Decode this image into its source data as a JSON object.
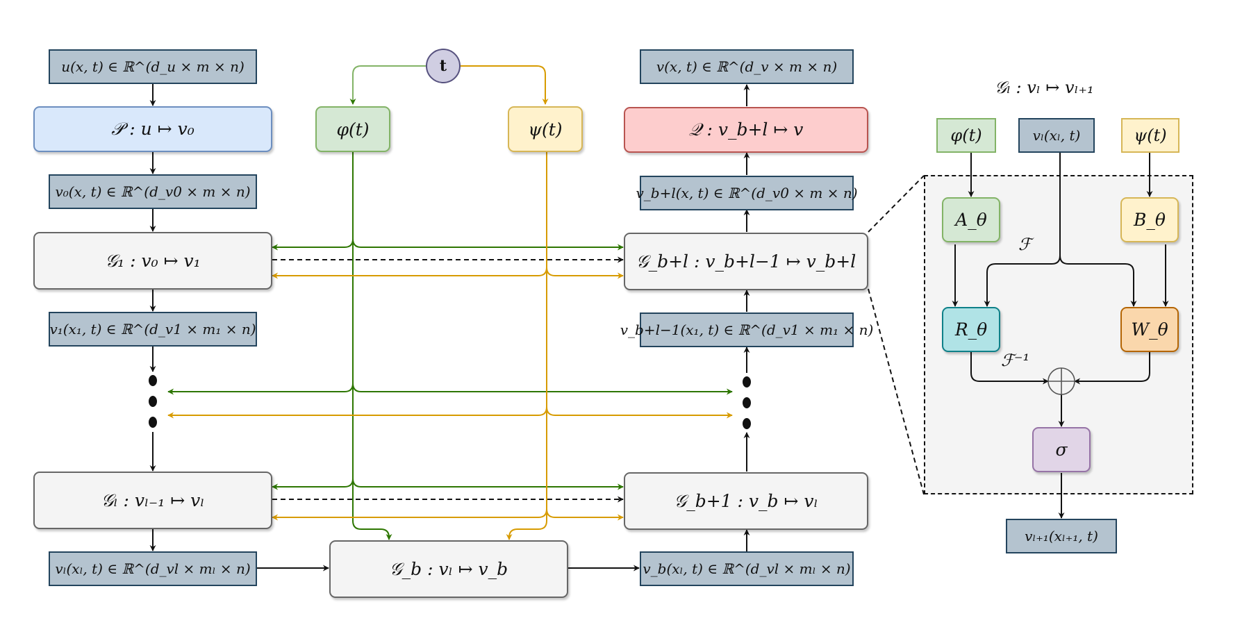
{
  "main": {
    "input_u": "u(x, t) ∈ ℝ^(d_u × m × n)",
    "lift_P": "𝒫 : u ↦ v₀",
    "v0": "v₀(x, t) ∈ ℝ^(d_v0 × m × n)",
    "G1": "𝒢₁ : v₀ ↦ v₁",
    "v1": "v₁(x₁, t) ∈ ℝ^(d_v1 × m₁ × n)",
    "Gl": "𝒢ₗ : vₗ₋₁ ↦ vₗ",
    "vl": "vₗ(xₗ, t) ∈ ℝ^(d_vl × mₗ × n)",
    "Gb": "𝒢_b : vₗ ↦ v_b",
    "vb": "v_b(xₗ, t) ∈ ℝ^(d_vl × mₗ × n)",
    "Gb1": "𝒢_b+1 : v_b ↦ vₗ",
    "vbl1": "v_b+l−1(x₁, t) ∈ ℝ^(d_v1 × m₁ × n)",
    "Gbl": "𝒢_b+l : v_b+l−1 ↦ v_b+l",
    "vbl": "v_b+l(x, t) ∈ ℝ^(d_v0 × m × n)",
    "proj_Q": "𝒬 : v_b+l ↦ v",
    "output_v": "v(x, t) ∈ ℝ^(d_v × m × n)",
    "t_node": "t",
    "phi": "φ(t)",
    "psi": "ψ(t)"
  },
  "detail": {
    "title": "𝒢ₗ : vₗ ↦ vₗ₊₁",
    "phi": "φ(t)",
    "vl_in": "vₗ(xₗ, t)",
    "psi": "ψ(t)",
    "A": "A_θ",
    "B": "B_θ",
    "F": "ℱ",
    "R": "R_θ",
    "W": "W_θ",
    "Finv": "ℱ⁻¹",
    "sigma": "σ",
    "out": "vₗ₊₁(xₗ₊₁, t)"
  },
  "colors": {
    "black": "#111111",
    "green_line": "#2d7600",
    "light_green_line": "#82b366",
    "gold_line": "#d79b00"
  }
}
